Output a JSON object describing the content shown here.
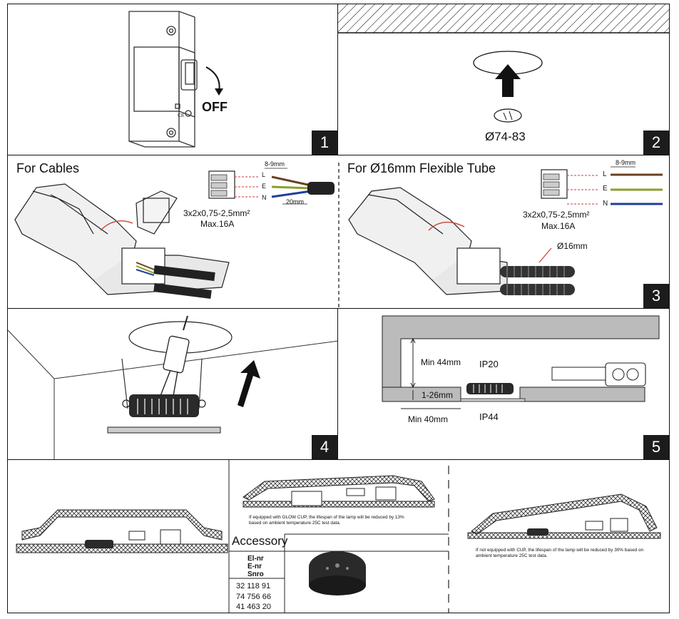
{
  "panel1": {
    "switch_label": "OFF",
    "number": "1"
  },
  "panel2": {
    "diameter": "Ø74-83",
    "number": "2"
  },
  "panel3a": {
    "title": "For Cables",
    "strip_length": "8-9mm",
    "sheath_length": "20mm",
    "terminals": [
      "L",
      "E",
      "N"
    ],
    "cable_spec": "3x2x0,75-2,5mm²",
    "max_current": "Max.16A"
  },
  "panel3b": {
    "title": "For Ø16mm Flexible Tube",
    "strip_length": "8-9mm",
    "terminals": [
      "L",
      "E",
      "N"
    ],
    "cable_spec": "3x2x0,75-2,5mm²",
    "max_current": "Max.16A",
    "tube_label": "Ø16mm",
    "number": "3"
  },
  "panel4": {
    "number": "4"
  },
  "panel5": {
    "min_height": "Min 44mm",
    "ceiling_thickness": "1-26mm",
    "min_width": "Min 40mm",
    "ip_top": "IP20",
    "ip_bottom": "IP44",
    "number": "5"
  },
  "panel6": {
    "note_with_cup": "If equipped with GLOW CUP, the lifespan of the lamp will be reduced by 13% based on ambient temperature 25C test data.",
    "note_without_cup": "If not equipped with CUP, the lifespan of the lamp will be reduced by 30% based on ambient temperature 25C test data.",
    "accessory_title": "Accessory",
    "table_header": [
      "El-nr",
      "E-nr",
      "Snro"
    ],
    "table_values": [
      "32 118 91",
      "74 756 66",
      "41 463 20"
    ]
  },
  "colors": {
    "live": "#6b3f1d",
    "earth": "#8a9f2a",
    "neutral": "#1e3f9a",
    "dashed_red": "#d23a3a"
  }
}
